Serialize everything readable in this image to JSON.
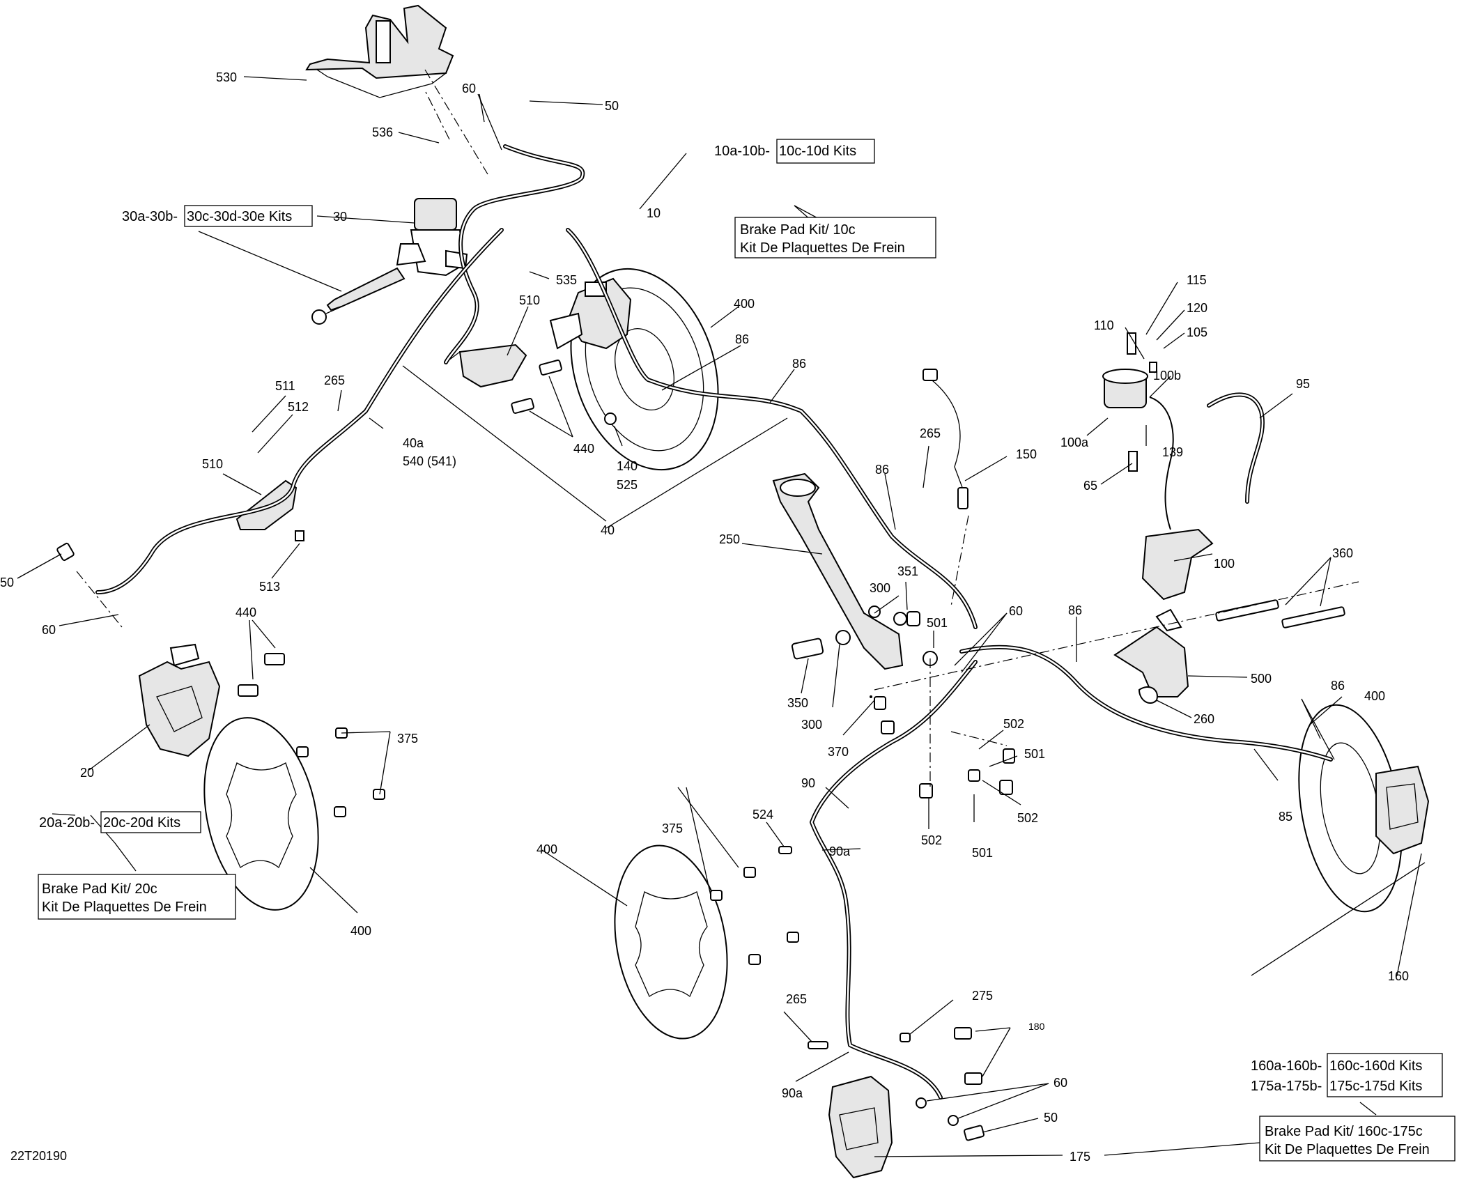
{
  "diagram": {
    "code": "22T20190",
    "callouts": {
      "c530": "530",
      "c536": "536",
      "c60a": "60",
      "c50a": "50",
      "c30": "30",
      "c535": "535",
      "c10": "10",
      "c510a": "510",
      "c400a": "400",
      "c86a": "86",
      "c86b": "86",
      "c440a": "440",
      "c140": "140",
      "c525": "525",
      "c265a": "265",
      "c511": "511",
      "c512": "512",
      "c40a": "40a",
      "c540": "540 (541)",
      "c510b": "510",
      "c513": "513",
      "c40": "40",
      "c50b": "50",
      "c60b": "60",
      "c440b": "440",
      "c20": "20",
      "c375a": "375",
      "c400b": "400",
      "c115": "115",
      "c120": "120",
      "c110": "110",
      "c105": "105",
      "c100b": "100b",
      "c95": "95",
      "c100a": "100a",
      "c139": "139",
      "c65": "65",
      "c100": "100",
      "c265b": "265",
      "c150": "150",
      "c86c": "86",
      "c250": "250",
      "c351": "351",
      "c300a": "300",
      "c501a": "501",
      "c60c": "60",
      "c86d": "86",
      "c360": "360",
      "c350": "350",
      "c300b": "300",
      "c370": "370",
      "c500": "500",
      "c260": "260",
      "c86e": "86",
      "c400c": "400",
      "c502a": "502",
      "c501b": "501",
      "c502b": "502",
      "c502c": "502",
      "c501c": "501",
      "c90": "90",
      "c85": "85",
      "c524": "524",
      "c90a1": "90a",
      "c375b": "375",
      "c400d": "400",
      "c160": "160",
      "c265c": "265",
      "c275": "275",
      "c180": "180",
      "c90a2": "90a",
      "c60d": "60",
      "c50c": "50",
      "c175": "175"
    },
    "kits": {
      "k30_pre": "30a-30b-",
      "k30_box": "30c-30d-30e Kits",
      "k10_pre": "10a-10b-",
      "k10_box": "10c-10d Kits",
      "k10_pad1": "Brake Pad Kit/ 10c",
      "k10_pad2": "Kit De Plaquettes De Frein",
      "k20_pre": "20a-20b-",
      "k20_box": "20c-20d Kits",
      "k20_pad1": "Brake Pad Kit/ 20c",
      "k20_pad2": "Kit De Plaquettes De Frein",
      "k160_pre": "160a-160b-",
      "k160_box": "160c-160d Kits",
      "k175_pre": "175a-175b-",
      "k175_box": "175c-175d Kits",
      "k160_pad1": "Brake Pad Kit/ 160c-175c",
      "k160_pad2": "Kit De Plaquettes De Frein"
    }
  }
}
